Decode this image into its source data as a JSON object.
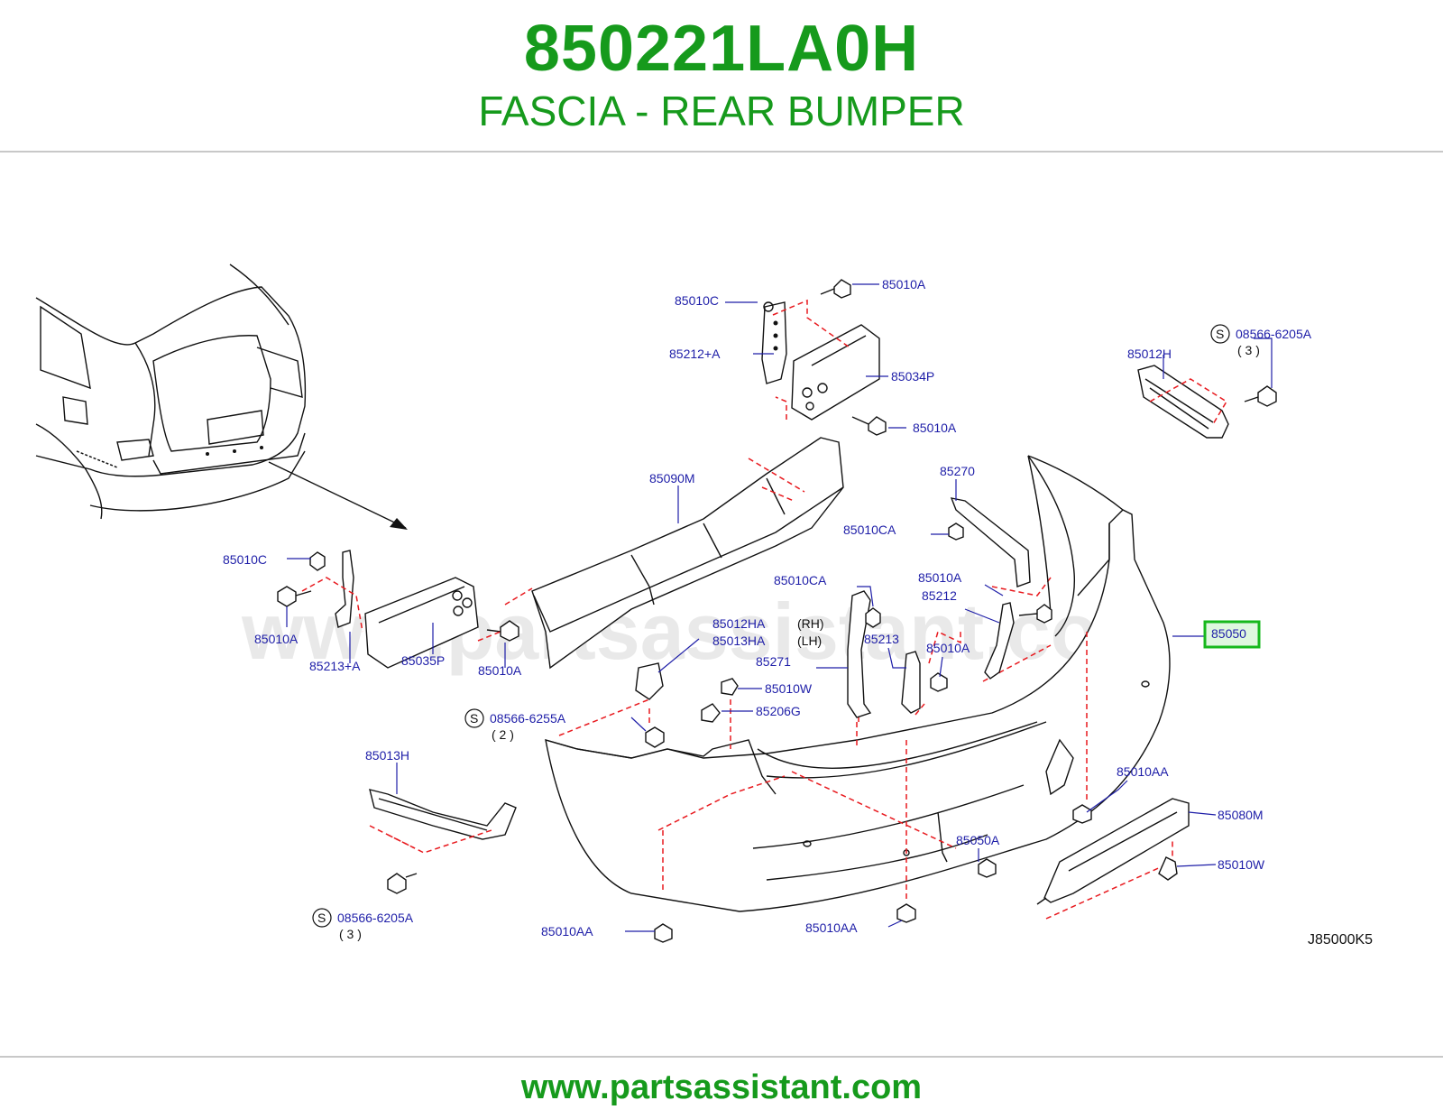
{
  "header": {
    "part_number": "850221LA0H",
    "description": "FASCIA - REAR BUMPER"
  },
  "diagram": {
    "watermark": "www.partsassistant.com",
    "code": "J85000K5",
    "highlight_part": "85050",
    "labels": {
      "p85010C_top": "85010C",
      "p85010A_top": "85010A",
      "p85212A": "85212+A",
      "p85034P": "85034P",
      "p85010A_mid": "85010A",
      "s_top": "S",
      "p08566_6205A_top": "08566-6205A",
      "qty3_top": "( 3 )",
      "p85012H": "85012H",
      "p85090M": "85090M",
      "p85270": "85270",
      "p85010CA_a": "85010CA",
      "p85010C_left": "85010C",
      "p85010A_left": "85010A",
      "p85213A": "85213+A",
      "p85035P": "85035P",
      "p85010A_lower": "85010A",
      "p85010CA_b": "85010CA",
      "p85010A_right": "85010A",
      "p85212": "85212",
      "p85050": "85050",
      "p85012HA": "85012HA",
      "p85013HA": "85013HA",
      "rh": "(RH)",
      "lh": "(LH)",
      "p85271": "85271",
      "p85213": "85213",
      "p85010A_c": "85010A",
      "p85010W_a": "85010W",
      "p85206G": "85206G",
      "s_mid": "S",
      "p08566_6255A": "08566-6255A",
      "qty2": "( 2 )",
      "p85013H": "85013H",
      "p85010AA_r": "85010AA",
      "p85080M": "85080M",
      "p85050A": "85050A",
      "p85010W_b": "85010W",
      "s_bot": "S",
      "p08566_6205A_bot": "08566-6205A",
      "qty3_bot": "( 3 )",
      "p85010AA_l": "85010AA",
      "p85010AA_c": "85010AA"
    }
  },
  "footer": {
    "url": "www.partsassistant.com"
  }
}
